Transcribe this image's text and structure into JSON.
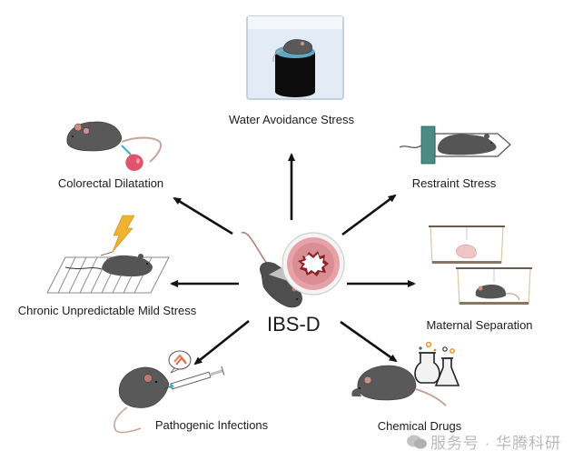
{
  "diagram": {
    "center": {
      "label": "IBS-D",
      "icon": "mouse-with-colon-cross-section"
    },
    "models": [
      {
        "id": "water-avoidance-stress",
        "label": "Water Avoidance Stress",
        "icon": "mouse-on-platform-in-water"
      },
      {
        "id": "restraint-stress",
        "label": "Restraint Stress",
        "icon": "mouse-in-restraint-tube"
      },
      {
        "id": "maternal-separation",
        "label": "Maternal Separation",
        "icon": "pup-and-dam-in-separate-cages"
      },
      {
        "id": "chemical-drugs",
        "label": "Chemical Drugs",
        "icon": "mouse-with-flasks"
      },
      {
        "id": "pathogenic-infections",
        "label": "Pathogenic Infections",
        "icon": "mouse-with-syringe-and-bacteria"
      },
      {
        "id": "chronic-unpredictable-mild-stress",
        "label": "Chronic Unpredictable Mild Stress",
        "icon": "mouse-on-shock-grid"
      },
      {
        "id": "colorectal-dilatation",
        "label": "Colorectal Dilatation",
        "icon": "mouse-with-balloon"
      }
    ],
    "colors": {
      "mouse": "#595959",
      "mouse_dark": "#3d3d3d",
      "tail": "#c9a49a",
      "ear": "#c98f8a",
      "water": "#e3ebf7",
      "platform": "#0d0d0d",
      "restraint_cap": "#4a8c84",
      "balloon": "#e0556d",
      "lightning": "#f0b233",
      "colon_outer": "#d98d95",
      "colon_mid": "#c4606b",
      "colon_inner": "#8f1f28",
      "flask_accent": "#f08a25",
      "arrow": "#111111"
    }
  },
  "watermark": {
    "text": "服务号 · 华腾科研",
    "icon": "wechat-icon"
  }
}
